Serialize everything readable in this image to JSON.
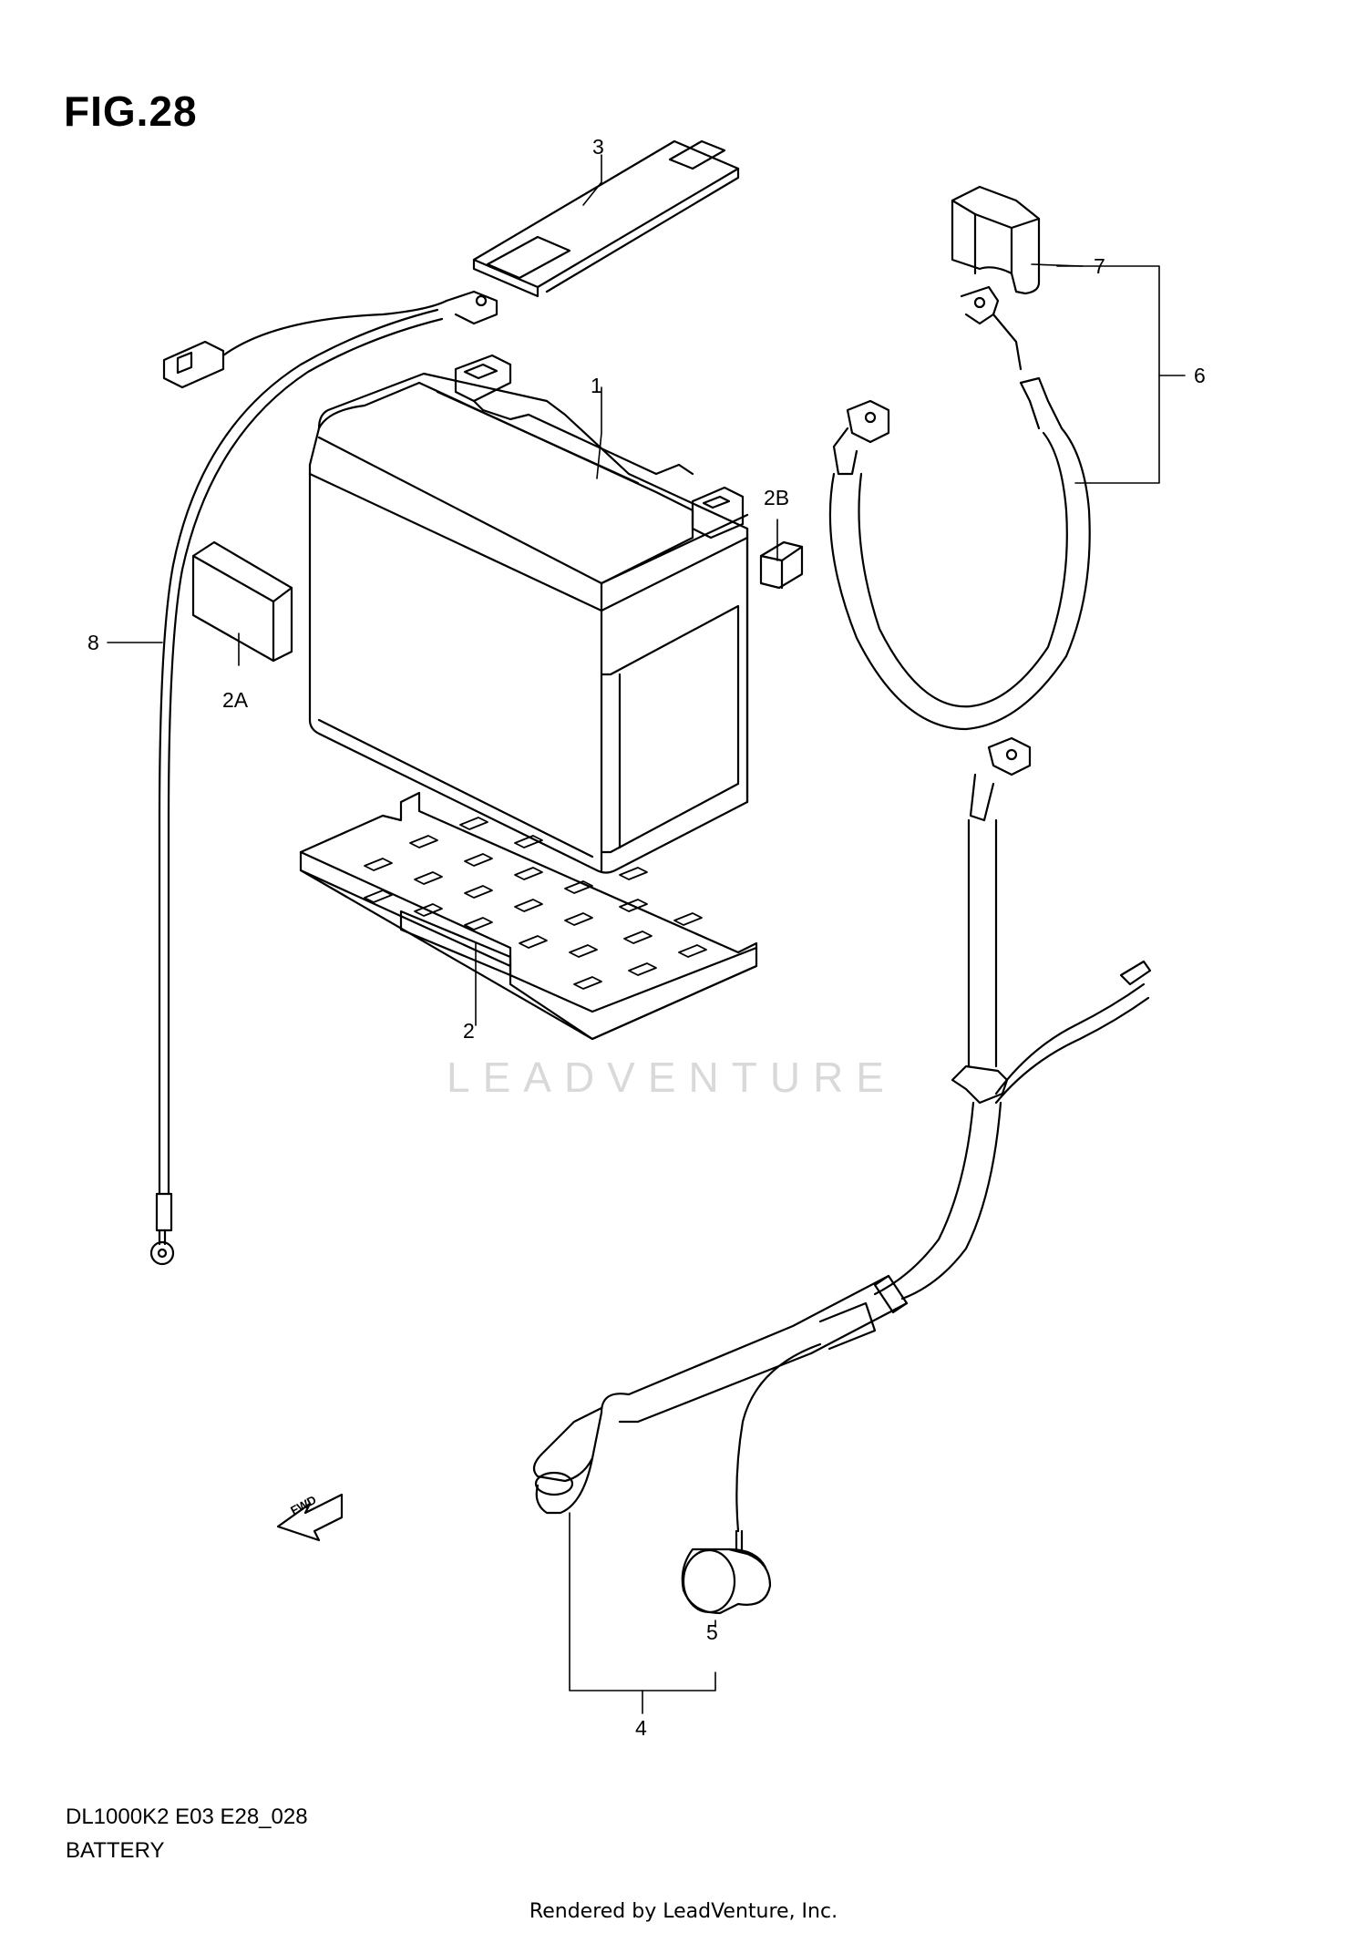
{
  "figure": {
    "title": "FIG.28",
    "model_code": "DL1000K2 E03 E28_028",
    "section": "BATTERY"
  },
  "callouts": {
    "c1": "1",
    "c2": "2",
    "c2a": "2A",
    "c2b": "2B",
    "c3": "3",
    "c4": "4",
    "c5": "5",
    "c6": "6",
    "c7": "7",
    "c8": "8"
  },
  "fwd_label": "FWD",
  "watermark": "LEADVENTURE",
  "footer": {
    "rendered_by": "Rendered by LeadVenture, Inc."
  },
  "colors": {
    "line": "#000000",
    "watermark": "#d9d9d9",
    "background": "#ffffff"
  }
}
